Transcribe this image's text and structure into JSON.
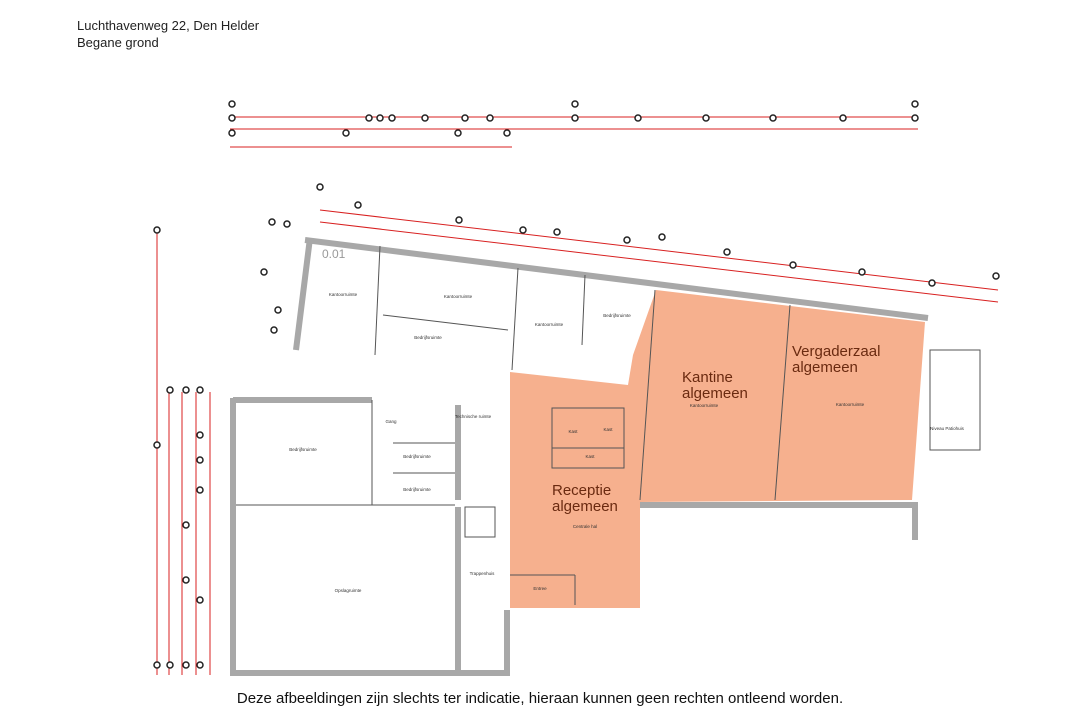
{
  "header": {
    "address": "Luchthavenweg 22, Den Helder",
    "floor": "Begane grond"
  },
  "plan": {
    "floor_code": "0.01",
    "highlight_color": "#f6b08e",
    "wall_color": "#a8a8a8",
    "dimension_color": "#d82020",
    "highlighted_areas": [
      {
        "line1": "Receptie",
        "line2": "algemeen",
        "sub": "Centrale hal"
      },
      {
        "line1": "Kantine",
        "line2": "algemeen",
        "sub": "Kantoorruimte"
      },
      {
        "line1": "Vergaderzaal",
        "line2": "algemeen",
        "sub": "Kantoorruimte"
      }
    ],
    "rooms": [
      "Kantoorruimte",
      "Kantoorruimte",
      "Bedrijfsruimte",
      "Kantoorruimte",
      "Bedrijfsruimte",
      "Bedrijfsruimte",
      "Gang",
      "Technische ruimte",
      "Bedrijfsruimte",
      "Bedrijfsruimte",
      "Kast",
      "Kast",
      "Kast",
      "Opslagruimte",
      "Trappenhuis",
      "Entree",
      "Niveau Patiohuis"
    ]
  },
  "footer": {
    "disclaimer": "Deze afbeeldingen zijn slechts ter indicatie, hieraan kunnen geen rechten ontleend worden."
  }
}
